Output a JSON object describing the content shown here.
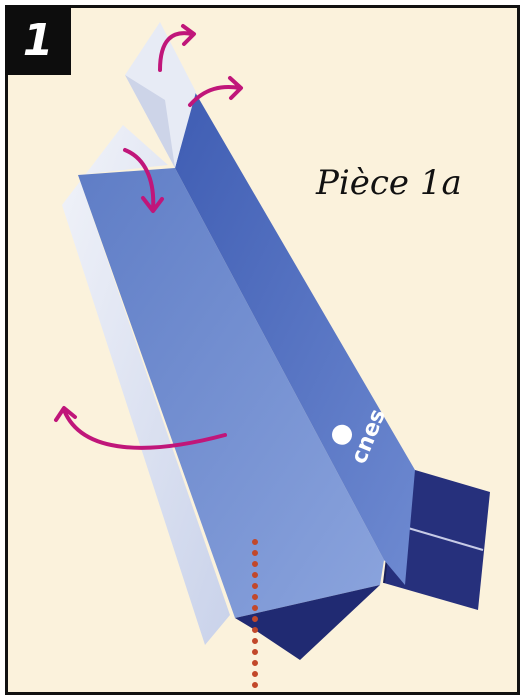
{
  "step": {
    "number": "1"
  },
  "caption": {
    "text": "Pièce 1a"
  },
  "logo": {
    "text": "cnes"
  },
  "colors": {
    "background": "#fbf2dc",
    "frame": "#111111",
    "badge": "#0d0d0d",
    "body_blue": "#6f8ecf",
    "side_light": "#dde3f2",
    "dark_blue": "#25307a",
    "arrow": "#c0167a",
    "fold_line": "#c2482a"
  }
}
